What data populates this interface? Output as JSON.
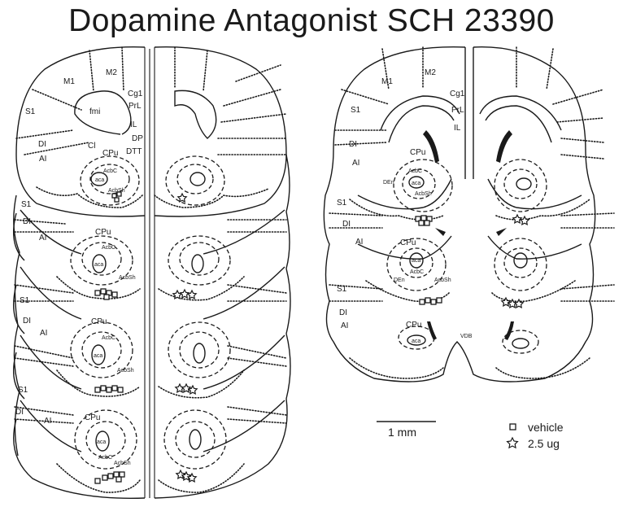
{
  "title": "Dopamine Antagonist SCH 23390",
  "legend": {
    "vehicle": "vehicle",
    "dose": "2.5 ug"
  },
  "scale_bar": "1 mm",
  "region_labels": {
    "M1": "M1",
    "M2": "M2",
    "S1": "S1",
    "Cg1": "Cg1",
    "PrL": "PrL",
    "IL": "IL",
    "DP": "DP",
    "DTT": "DTT",
    "DI": "DI",
    "AI": "AI",
    "Cl": "Cl",
    "CPu": "CPu",
    "fmi": "fmi",
    "aca": "aca",
    "AcbC": "AcbC",
    "AcbSh": "AcbSh",
    "DEn": "DEn",
    "VDB": "VDB"
  }
}
